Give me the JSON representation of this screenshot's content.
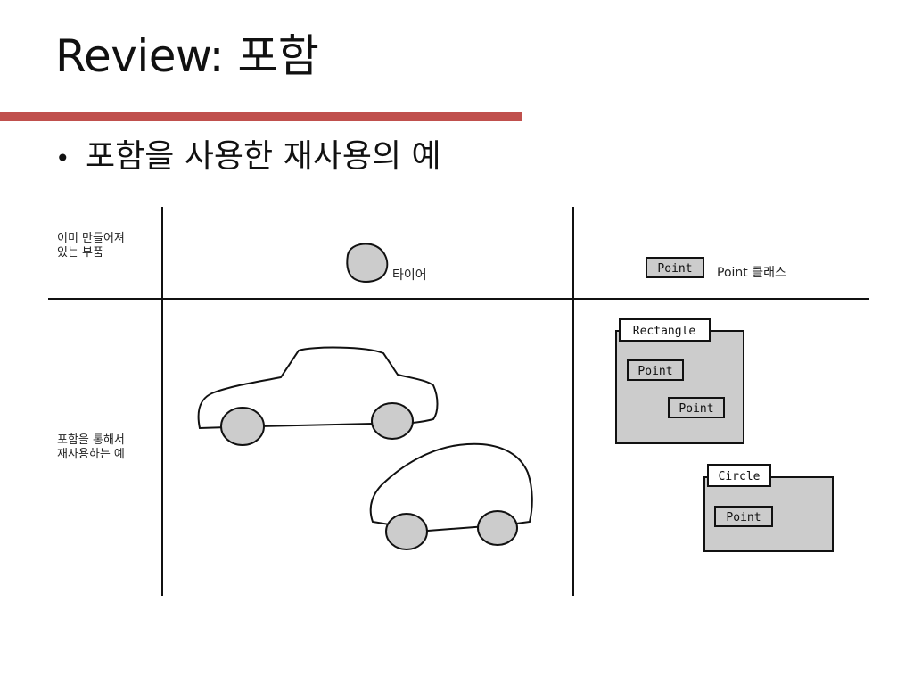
{
  "slide": {
    "title": "Review: 포함",
    "accent_color": "#c0504d",
    "bullet": "포함을 사용한 재사용의 예"
  },
  "rows": {
    "top_label_line1": "이미 만들어져",
    "top_label_line2": "있는 부품",
    "bottom_label_line1": "포함을 통해서",
    "bottom_label_line2": "재사용하는 예"
  },
  "components": {
    "tire_label": "타이어",
    "point_box": "Point",
    "point_class_label": "Point 클래스"
  },
  "composites": {
    "rectangle": "Rectangle",
    "rectangle_point_1": "Point",
    "rectangle_point_2": "Point",
    "circle": "Circle",
    "circle_point": "Point"
  },
  "colors": {
    "fill_gray": "#cccccc",
    "stroke": "#111111"
  }
}
